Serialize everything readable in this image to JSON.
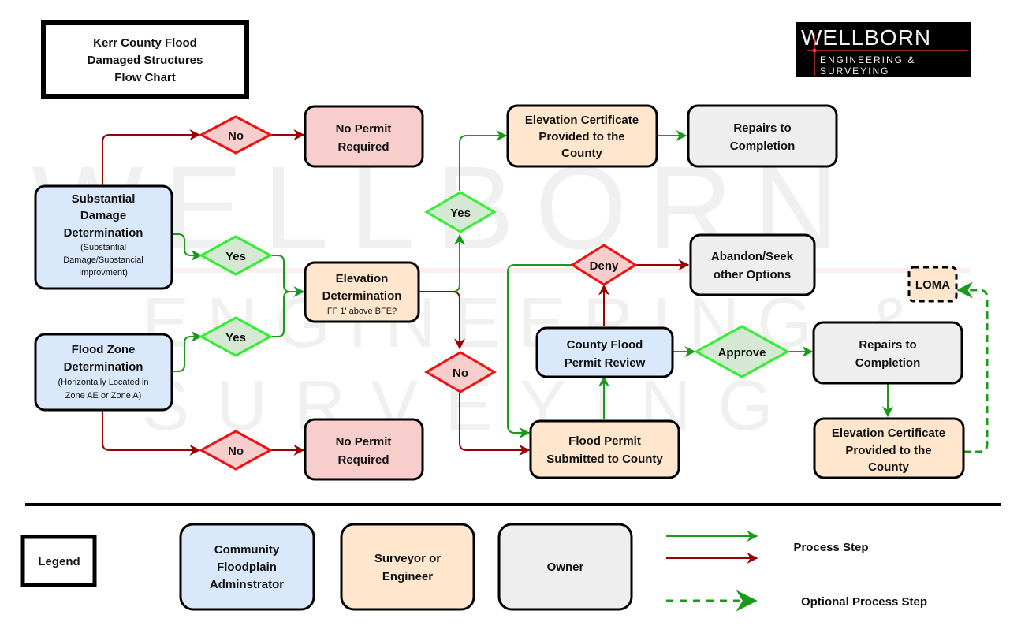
{
  "title": {
    "lines": [
      "Kerr County Flood",
      "Damaged Structures",
      "Flow Chart"
    ]
  },
  "logo": {
    "name": "WELLBORN",
    "tagline_lines": [
      "ENGINEERING &",
      "SURVEYING"
    ]
  },
  "watermark": {
    "lines": [
      "WELLBORN",
      "ENGINEERING &",
      "SURVEYING"
    ]
  },
  "colors": {
    "administrator_fill": "#dae8fc",
    "surveyor_fill": "#ffe6cc",
    "owner_fill": "#eeeeee",
    "no_permit_fill": "#f8cecc",
    "yes_diamond_fill": "#d5e8d4",
    "yes_diamond_stroke": "#33ee33",
    "no_diamond_stroke": "#ee1111",
    "green_arrow": "#1a9a1a",
    "red_arrow": "#990000"
  },
  "nodes": {
    "substantial_damage": {
      "title_lines": [
        "Substantial",
        "Damage",
        "Determination"
      ],
      "sub_lines": [
        "(Substantial",
        "Damage/Substancial",
        "Improvment)"
      ]
    },
    "flood_zone": {
      "title_lines": [
        "Flood Zone",
        "Determination"
      ],
      "sub_lines": [
        "(Horizontally Located in",
        "Zone AE or Zone A)"
      ]
    },
    "no_permit_top": {
      "lines": [
        "No Permit",
        "Required"
      ]
    },
    "no_permit_bottom": {
      "lines": [
        "No Permit",
        "Required"
      ]
    },
    "elevation_determination": {
      "title_lines": [
        "Elevation",
        "Determination"
      ],
      "sub_lines": [
        "FF 1' above BFE?"
      ]
    },
    "elevation_cert_top": {
      "lines": [
        "Elevation Certificate",
        "Provided to the",
        "County"
      ]
    },
    "repairs_top": {
      "lines": [
        "Repairs to",
        "Completion"
      ]
    },
    "abandon": {
      "lines": [
        "Abandon/Seek",
        "other Options"
      ]
    },
    "county_review": {
      "lines": [
        "County Flood",
        "Permit Review"
      ]
    },
    "flood_permit_submitted": {
      "lines": [
        "Flood Permit",
        "Submitted to County"
      ]
    },
    "repairs_bottom": {
      "lines": [
        "Repairs to",
        "Completion"
      ]
    },
    "elevation_cert_bottom": {
      "lines": [
        "Elevation Certificate",
        "Provided to the",
        "County"
      ]
    },
    "loma": {
      "lines": [
        "LOMA"
      ]
    }
  },
  "decisions": {
    "no_top": "No",
    "yes_substantial": "Yes",
    "yes_flood_zone": "Yes",
    "no_bottom": "No",
    "yes_elevation": "Yes",
    "no_elevation": "No",
    "deny": "Deny",
    "approve": "Approve"
  },
  "legend": {
    "title": "Legend",
    "roles": [
      {
        "lines": [
          "Community",
          "Floodplain",
          "Adminstrator"
        ]
      },
      {
        "lines": [
          "Surveyor or",
          "Engineer"
        ]
      },
      {
        "lines": [
          "Owner"
        ]
      }
    ],
    "process_step": "Process Step",
    "optional_process_step": "Optional Process Step"
  }
}
